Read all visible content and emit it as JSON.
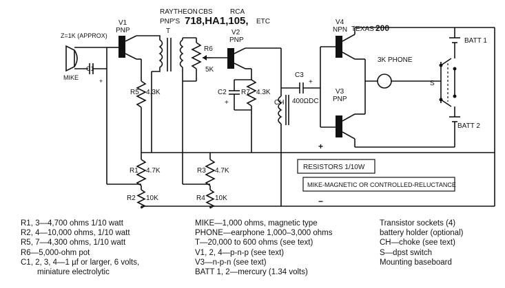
{
  "header": {
    "raytheon": "RAYTHEON",
    "cbs": "CBS",
    "rca": "RCA",
    "pnps": "PNP'S",
    "models": "718,HA1,105,",
    "etc": "ETC",
    "texas": "TEXAS",
    "texas_num": "200"
  },
  "labels": {
    "z": "Z=1K (APPROX)",
    "mike": "MIKE",
    "c1": "C1",
    "v1": "V1",
    "v1_type": "PNP",
    "t": "T",
    "r6": "R6",
    "r6_val": "5K",
    "v2": "V2",
    "v2_type": "PNP",
    "r5": "R5",
    "r5_val": "4.3K",
    "c2": "C2",
    "r7": "R7",
    "r7_val": "4.3K",
    "c3": "C3",
    "ch": "CH",
    "ch_val": "400ΩDC",
    "v4": "V4",
    "v4_type": "NPN",
    "v3": "V3",
    "v3_type": "PNP",
    "phone": "3K PHONE",
    "s": "S",
    "batt1": "BATT 1",
    "batt2": "BATT 2",
    "r1": "R1",
    "r1_val": "4.7K",
    "r2": "R2",
    "r2_val": "10K",
    "r3": "R3",
    "r3_val": "4.7K",
    "r4": "R4",
    "r4_val": "10K",
    "note_resistors": "RESISTORS 1/10W",
    "note_mike": "MIKE-MAGNETIC OR CONTROLLED-RELUCTANCE",
    "plus": "+",
    "minus": "−"
  },
  "legend_col1": [
    "R1, 3—4,700 ohms 1/10 watt",
    "R2, 4—10,000 ohms, 1/10 watt",
    "R5, 7—4,300 ohms, 1/10 watt",
    "R6—5,000-ohm pot",
    "C1, 2, 3, 4—1 µf or larger, 6 volts,",
    "   miniature electrolytic"
  ],
  "legend_col2": [
    "MIKE—1,000 ohms, magnetic type",
    "PHONE—earphone 1,000–3,000 ohms",
    "T—20,000 to 600 ohms (see text)",
    "V1, 2, 4—p-n-p (see text)",
    "V3—n-p-n (see text)",
    "BATT 1, 2—mercury (1.34 volts)"
  ],
  "legend_col3": [
    "Transistor sockets (4)",
    "battery holder (optional)",
    "CH—choke (see text)",
    "S—dpst switch",
    "Mounting baseboard"
  ]
}
